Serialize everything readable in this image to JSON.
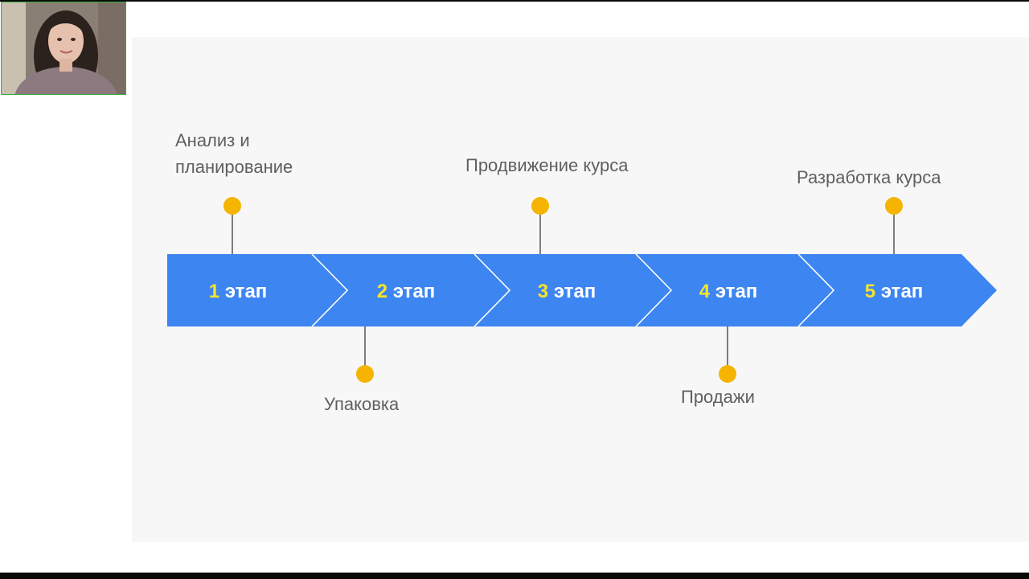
{
  "stages": [
    {
      "number": "1",
      "word": "этап",
      "label": "Анализ и\nпланирование",
      "label_position": "above"
    },
    {
      "number": "2",
      "word": "этап",
      "label": "Упаковка",
      "label_position": "below"
    },
    {
      "number": "3",
      "word": "этап",
      "label": "Продвижение курса",
      "label_position": "above"
    },
    {
      "number": "4",
      "word": "этап",
      "label": "Продажи",
      "label_position": "below"
    },
    {
      "number": "5",
      "word": "этап",
      "label": "Разработка курса",
      "label_position": "above"
    }
  ],
  "colors": {
    "arrow": "#3d85f0",
    "arrow_separator": "#ffffff",
    "number": "#f5e52a",
    "word": "#ffffff",
    "marker": "#f5b400",
    "connector": "#555555",
    "label": "#5f5f5f",
    "slide_background": "#f7f7f7"
  },
  "webcam": {
    "icon": "webcam-person-icon"
  }
}
